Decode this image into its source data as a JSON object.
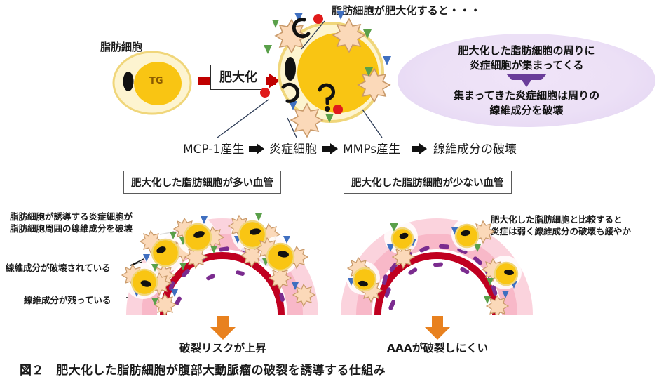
{
  "figure": {
    "caption": "図２　肥大化した脂肪細胞が腹部大動脈瘤の破裂を誘導する仕組み"
  },
  "top": {
    "title": "脂肪細胞が肥大化すると・・・",
    "adipocyte_label": "脂肪細胞",
    "lipid_droplet_label": "TG",
    "hypertrophy_label": "肥大化",
    "callout": {
      "line1": "肥大化した脂肪細胞の周りに",
      "line2": "炎症細胞が集まってくる",
      "arrow_icon": "down-arrow-icon",
      "line3": "集まってきた炎症細胞は周りの",
      "line4": "線維成分を破壊"
    },
    "chain": [
      {
        "label": "MCP-1産生"
      },
      {
        "label": "炎症細胞"
      },
      {
        "label": "MMPs産生"
      },
      {
        "label": "線維成分の破壊"
      }
    ],
    "chain_arrow_icon": "right-arrow-icon"
  },
  "panels": {
    "left": {
      "header": "肥大化した脂肪細胞が多い血管",
      "result": "破裂リスクが上昇",
      "arrow_icon": "down-arrow-icon"
    },
    "right": {
      "header": "肥大化した脂肪細胞が少ない血管",
      "result": "AAAが破裂しにくい",
      "arrow_icon": "down-arrow-icon"
    }
  },
  "annotations": {
    "left": [
      {
        "line1": "脂肪細胞が誘導する炎症細胞が",
        "line2": "脂肪細胞周囲の線維成分を破壊"
      },
      {
        "line1": "線維成分が破壊されている",
        "line2": ""
      },
      {
        "line1": "線維成分が残っている",
        "line2": ""
      }
    ],
    "right": [
      {
        "line1": "肥大化した脂肪細胞と比較すると",
        "line2": "炎症は弱く線維成分の破壊も緩やか"
      }
    ]
  },
  "colors": {
    "adipocyte_membrane": "#fdf4d0",
    "adipocyte_membrane_edge": "#f2d97a",
    "lipid_droplet": "#f9c513",
    "nucleus": "#111111",
    "inflammatory_cell": "#fbd9b9",
    "inflammatory_cell_edge": "#c99a6a",
    "triangle_green": "#5aa04a",
    "triangle_blue": "#3f6fc0",
    "mcp1_dot": "#e01b1b",
    "hypertrophy_arrow": "#c00000",
    "callout_fill": "#ece0f6",
    "callout_arrow": "#6a3d9a",
    "vessel_wall": "#f8b8c8",
    "vessel_wall_outer": "#fbd3dd",
    "lumen_ring": "#c00020",
    "fiber": "#7b2c8f",
    "result_arrow": "#e8811f",
    "box_border": "#5a5a5a"
  }
}
